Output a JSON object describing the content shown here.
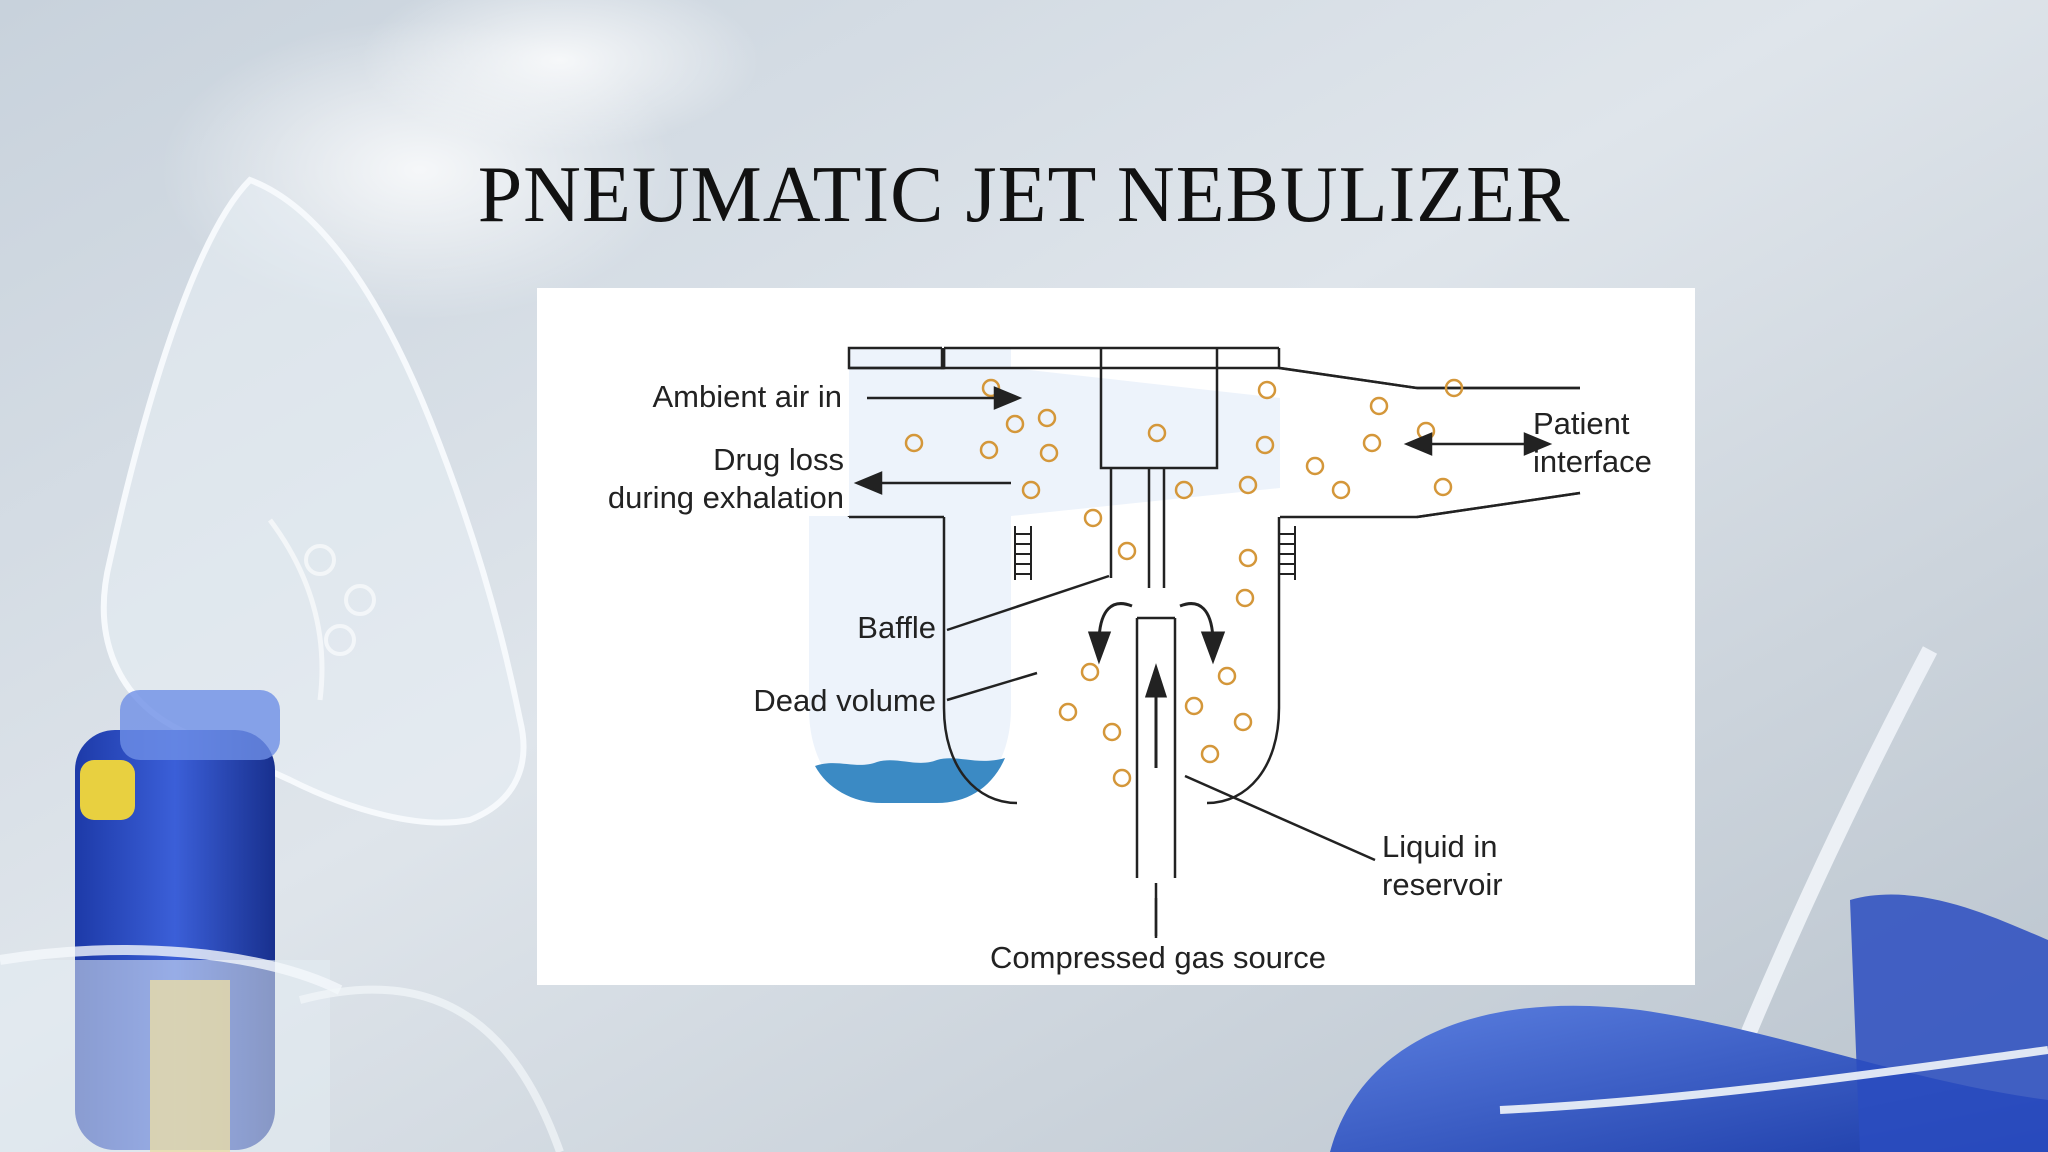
{
  "slide": {
    "title": "PNEUMATIC JET NEBULIZER"
  },
  "diagram": {
    "labels": {
      "ambient_air_in": "Ambient air in",
      "drug_loss_line1": "Drug loss",
      "drug_loss_line2": "during exhalation",
      "patient_line1": "Patient",
      "patient_line2": "interface",
      "baffle": "Baffle",
      "dead_volume": "Dead volume",
      "liquid_line1": "Liquid in",
      "liquid_line2": "reservoir",
      "compressed_gas": "Compressed gas source"
    },
    "colors": {
      "droplet": "#d4973a",
      "liquid": "#3b8ac4",
      "chamber_fill": "#edf3fb",
      "outline": "#222222"
    }
  }
}
